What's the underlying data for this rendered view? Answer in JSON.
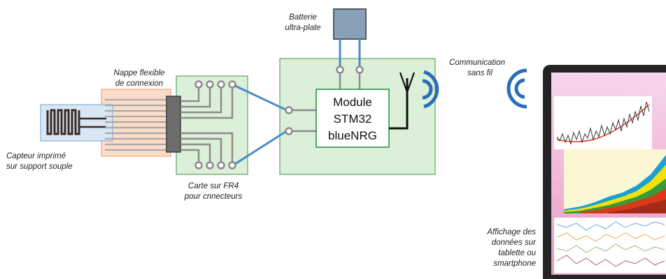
{
  "labels": {
    "battery": [
      "Batterie",
      "ultra-plate"
    ],
    "flex_cable": [
      "Nappe flexible",
      "de connexion"
    ],
    "sensor": [
      "Capteur imprimé",
      "sur support souple"
    ],
    "fr4_board": [
      "Carte sur FR4",
      "pour cnnecteurs"
    ],
    "module": [
      "Module",
      "STM32",
      "blueNRG"
    ],
    "wireless": [
      "Communication",
      "sans fil"
    ],
    "display": [
      "Affichage des",
      "données sur",
      "tablette ou",
      "smartphone"
    ]
  },
  "colors": {
    "board_fill": "#dcefd9",
    "board_border": "#5aa55c",
    "flex_fill": "#fbdcc9",
    "flex_border": "#f2a87a",
    "sensor_fill": "#d8e6f5",
    "sensor_border": "#8bb0d8",
    "wire_blue": "#4a8cc6",
    "trace_grey": "#8c8c8c",
    "signal_blue": "#2a6eb8",
    "battery_fill": "#8aa0b9",
    "tablet_frame": "#232323"
  },
  "icons": {
    "antenna": "antenna-icon",
    "wireless_left": "wifi-signal-icon",
    "wireless_right": "wifi-signal-icon"
  }
}
